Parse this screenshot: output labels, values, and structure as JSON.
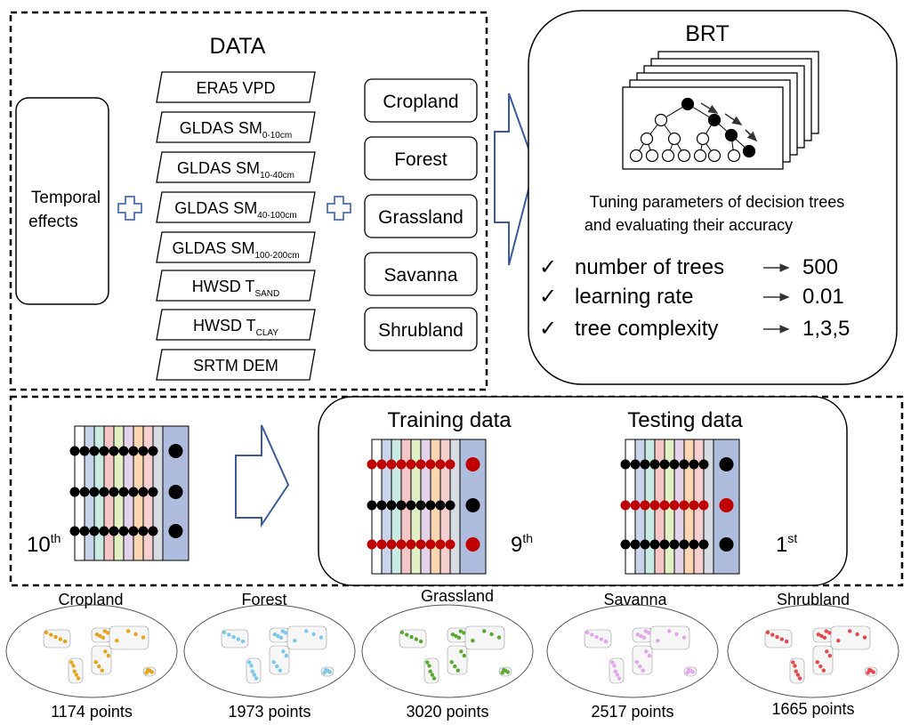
{
  "data_panel": {
    "title": "DATA",
    "temporal": {
      "line1": "Temporal",
      "line2": "effects"
    },
    "variables": [
      {
        "main": "ERA5 VPD",
        "sub": ""
      },
      {
        "main": "GLDAS SM",
        "sub": "0-10cm"
      },
      {
        "main": "GLDAS SM",
        "sub": "10-40cm"
      },
      {
        "main": "GLDAS SM",
        "sub": "40-100cm"
      },
      {
        "main": "GLDAS SM",
        "sub": "100-200cm"
      },
      {
        "main": "HWSD T",
        "sub": "SAND"
      },
      {
        "main": "HWSD T",
        "sub": "CLAY"
      },
      {
        "main": "SRTM DEM",
        "sub": ""
      }
    ],
    "land_covers": [
      "Cropland",
      "Forest",
      "Grassland",
      "Savanna",
      "Shrubland"
    ]
  },
  "brt_panel": {
    "title": "BRT",
    "description_line1": "Tuning parameters of decision trees",
    "description_line2": "and evaluating their accuracy",
    "check_symbol": "✓",
    "parameters": [
      {
        "name": "number of trees",
        "value": "500"
      },
      {
        "name": "learning rate",
        "value": "0.01"
      },
      {
        "name": "tree complexity",
        "value": "1,3,5"
      }
    ]
  },
  "cv_panel": {
    "training_label": "Training data",
    "testing_label": "Testing data",
    "folds_total": {
      "num": "10",
      "sup": "th"
    },
    "folds_train": {
      "num": "9",
      "sup": "th"
    },
    "folds_test": {
      "num": "1",
      "sup": "st"
    }
  },
  "maps": [
    {
      "name": "Cropland",
      "points": "1174 points",
      "color": "#e8a317"
    },
    {
      "name": "Forest",
      "points": "1973 points",
      "color": "#7cc8ea"
    },
    {
      "name": "Grassland",
      "points": "3020 points",
      "color": "#5aa832"
    },
    {
      "name": "Savanna",
      "points": "2517 points",
      "color": "#e2a6ec"
    },
    {
      "name": "Shrubland",
      "points": "1665 points",
      "color": "#e8474c"
    }
  ],
  "colors": {
    "stripes": [
      "#ffffff",
      "#c9d3ea",
      "#c8eae2",
      "#f6c6c6",
      "#e2f0c6",
      "#e3d3ea",
      "#fad6b2",
      "#f5cfcf",
      "#d7dbe2",
      "#aebcdd"
    ],
    "dot_black": "#000000",
    "dot_red": "#c00000",
    "arrow_blue": "#3b5a9a",
    "plus_blue": "#4a6fb0"
  }
}
